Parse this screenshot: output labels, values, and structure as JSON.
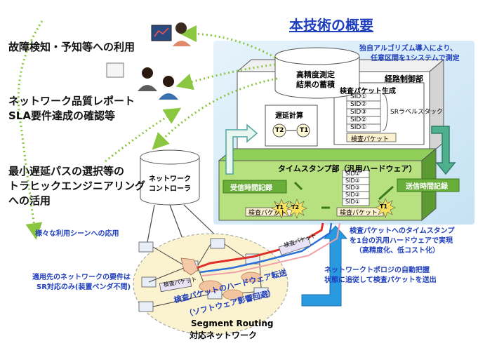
{
  "title": "本技術の概要",
  "left": {
    "use1": "故障検知・予知等への利用",
    "use2_l1": "ネットワーク品質レポート",
    "use2_l2": "SLA要件達成の確認等",
    "use3_l1": "最小遅延パスの選択等の",
    "use3_l2": "トラヒックエンジニアリング",
    "use3_l3": "への活用",
    "scenes": "様々な利用シーンへの応用"
  },
  "top_note_l1": "独自アルゴリズム導入により、",
  "top_note_l2": "任意区間を1システムで測定",
  "storage_l1": "高精度測定",
  "storage_l2": "結果の蓄積",
  "routing": {
    "title": "経路制御部",
    "delay_calc": "遅延計算",
    "t2": "T2",
    "t1": "T1",
    "gen_title": "検査パケット生成",
    "sid_rows": [
      "SID①",
      "SID②",
      "SID③",
      "SID②",
      "SID①"
    ],
    "sr_stack": "SRラベルスタック",
    "packet": "検査パケット"
  },
  "timestamp": {
    "title": "タイムスタンプ部（汎用ハードウェア）",
    "recv": "受信時間記録",
    "send": "送信時間記録",
    "sid_rows": [
      "SID①",
      "SID②",
      "SID③",
      "SID②",
      "SID①"
    ],
    "packet_left": "検査パケット",
    "packet_mid": "検査パケット",
    "t1_left": "T1",
    "t2_left": "T2",
    "t1_mid": "T1"
  },
  "controller_l1": "ネットワーク",
  "controller_l2": "コントローラ",
  "ts_note_l1": "検査パケットへのタイムスタンプ",
  "ts_note_l2": "を1台の汎用ハードウェアで実現",
  "ts_note_l3": "（高精度化、低コスト化）",
  "topo_note_l1": "ネットワークトポロジの自動把握",
  "topo_note_l2": "状態に追従して検査パケットを送出",
  "req_note_l1": "適用先のネットワークの要件は",
  "req_note_l2": "SR対応のみ(装置ベンダ不問)",
  "hw_note_l1": "検査パケットのハードウェア転送",
  "hw_note_l2": "（ソフトウェア影響回避）",
  "sr_net_l1": "Segment Routing",
  "sr_net_l2": "対応ネットワーク",
  "net_packet_top": "検査パケット",
  "net_packet_left": "検査パケット",
  "colors": {
    "accent": "#1f3fbf",
    "green": "#6ab04c",
    "lightblue": "#cfe8f6"
  }
}
